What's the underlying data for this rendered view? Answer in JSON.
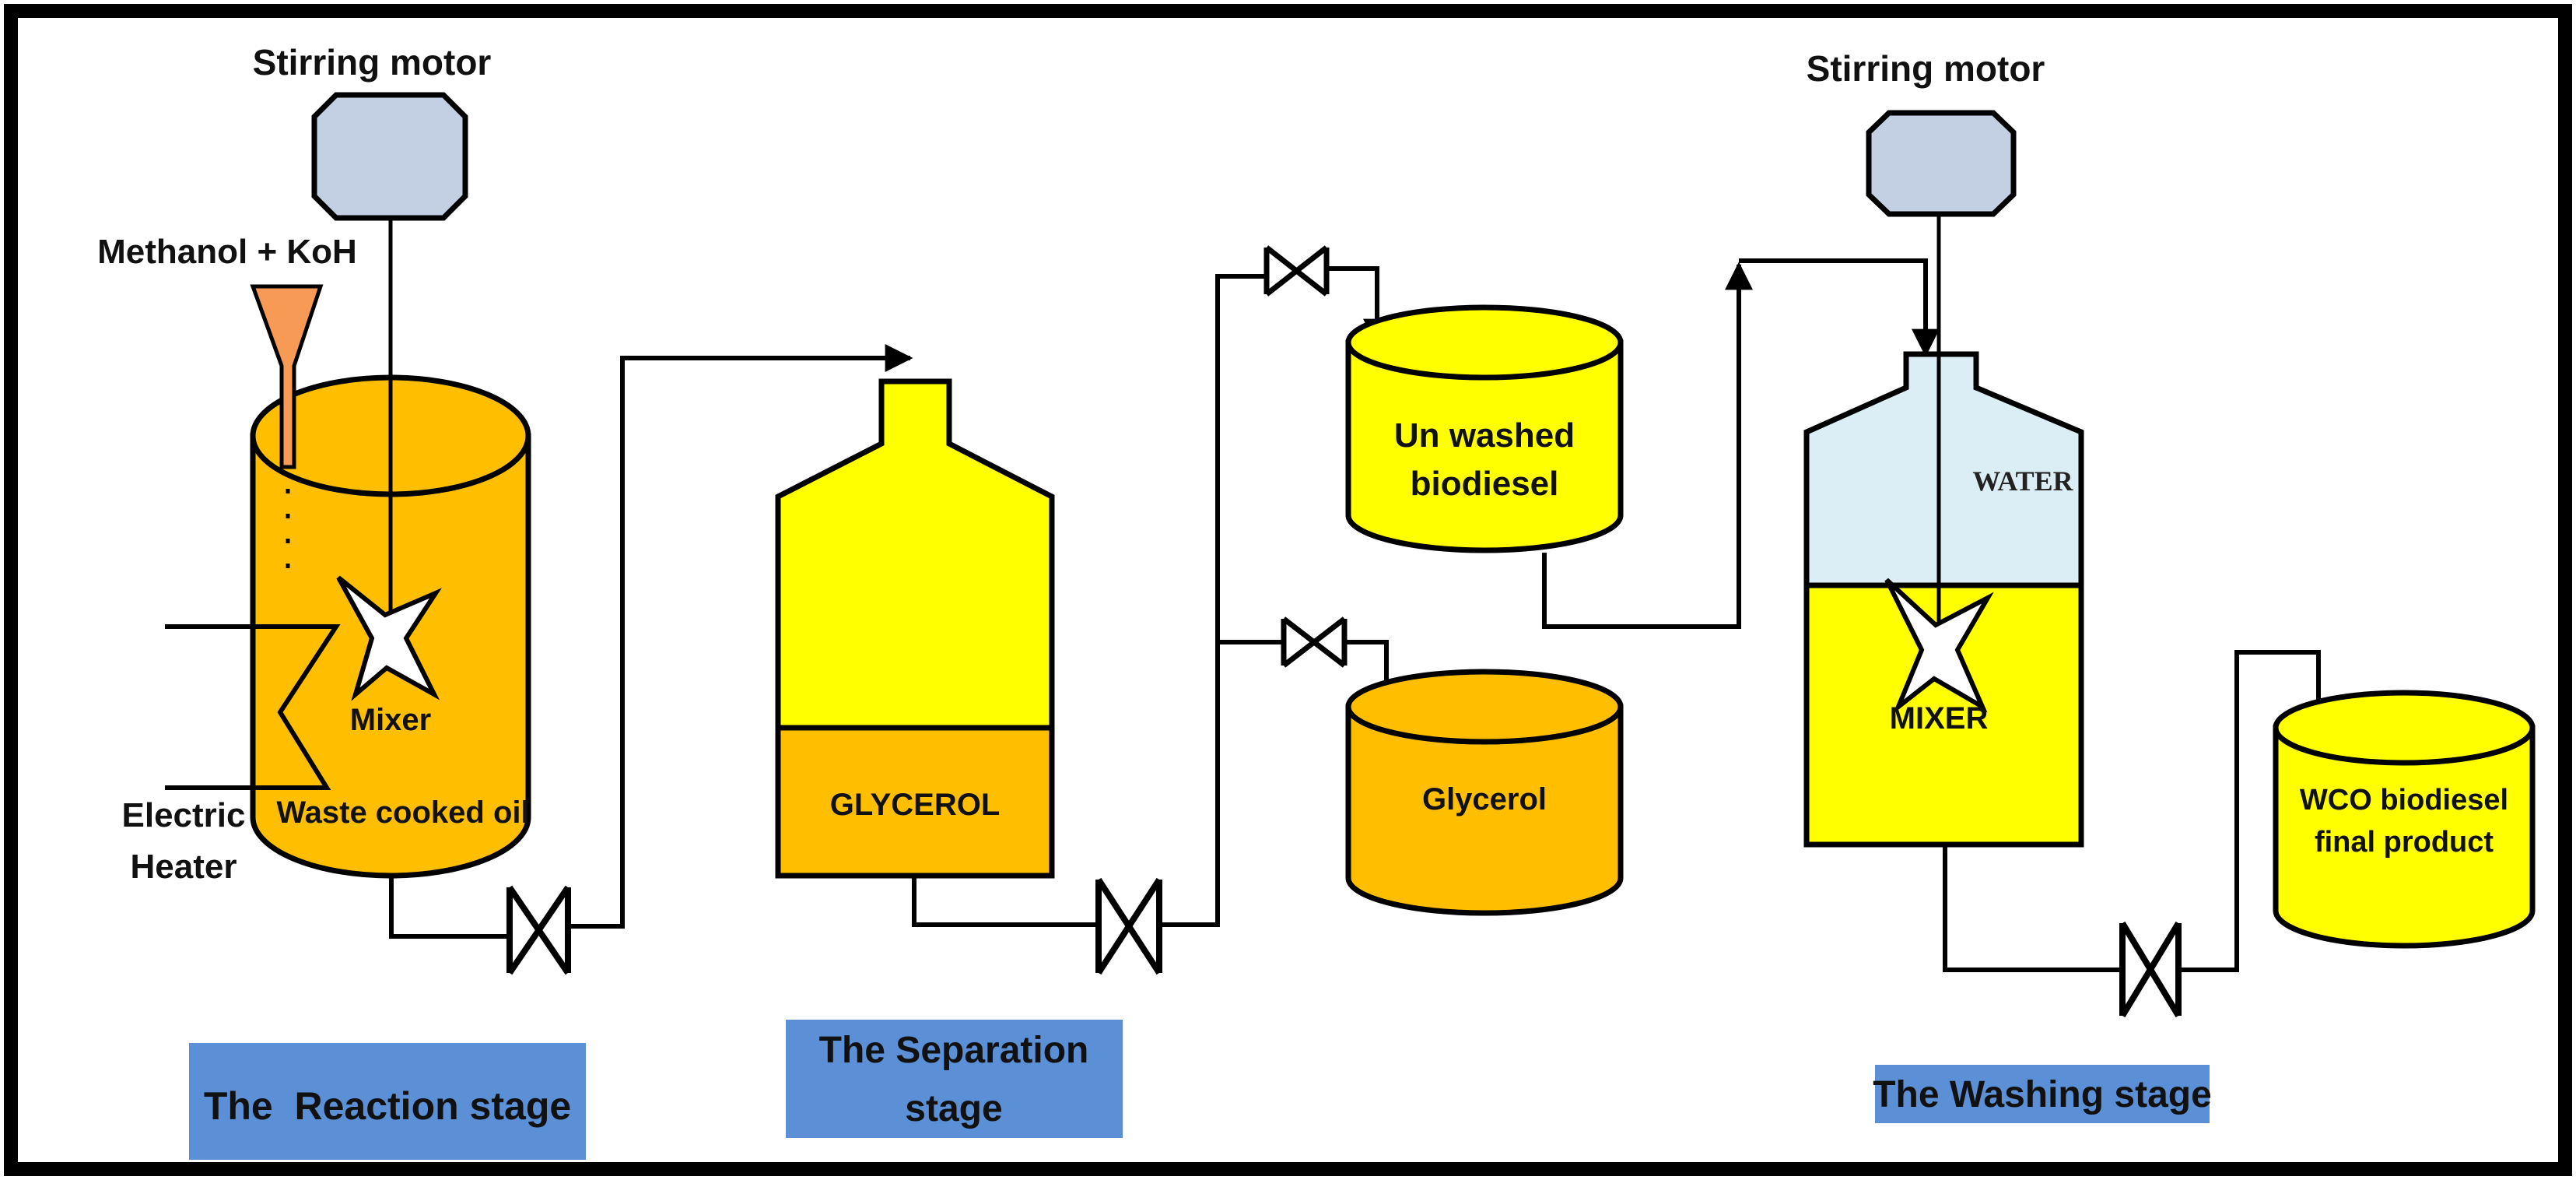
{
  "colors": {
    "frame": "#000000",
    "motor": "#c3cfe2",
    "oil": "#ffbf00",
    "yellow": "#ffff00",
    "water": "#dbeef5",
    "funnel": "#f79a55",
    "stage_box": "#5b8fd6"
  },
  "reaction": {
    "motor_label": "Stirring motor",
    "reagent_label": "Methanol + KoH",
    "mixer_label": "Mixer",
    "contents_label": "Waste cooked oil",
    "heater_label_line1": "Electric",
    "heater_label_line2": "Heater",
    "stage_label": "The  Reaction stage"
  },
  "separation": {
    "layer_label": "GLYCEROL",
    "stage_label_line1": "The Separation",
    "stage_label_line2": "stage"
  },
  "products": {
    "unwashed_line1": "Un washed",
    "unwashed_line2": "biodiesel",
    "glycerol_label": "Glycerol"
  },
  "washing": {
    "motor_label": "Stirring motor",
    "water_label": "WATER",
    "mixer_label": "MIXER",
    "stage_label": "The Washing stage"
  },
  "final": {
    "line1": "WCO biodiesel",
    "line2": "final product"
  }
}
